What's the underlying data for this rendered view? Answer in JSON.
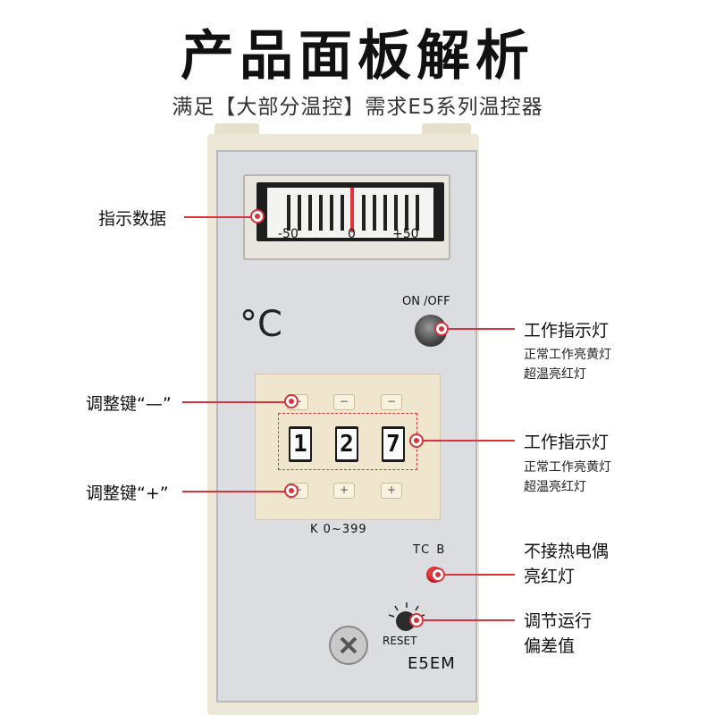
{
  "header": {
    "title": "产品面板解析",
    "subtitle": "满足【大部分温控】需求E5系列温控器"
  },
  "device": {
    "meter_scale": [
      "-50",
      "0",
      "+50"
    ],
    "unit": "°C",
    "power_switch_label": "ON /OFF",
    "keys_minus": [
      "−",
      "−",
      "−"
    ],
    "keys_plus": [
      "+",
      "+",
      "+"
    ],
    "digits": [
      "1",
      "2",
      "7"
    ],
    "range": "K  0~399",
    "sensor_label": "TC  B",
    "reset_label": "RESET",
    "model": "E5EM"
  },
  "callouts": {
    "display_data": "指示数据",
    "key_minus": "调整键“—”",
    "key_plus": "调整键“+”",
    "work_led": {
      "title": "工作指示灯",
      "lines": [
        "正常工作亮黄灯",
        "超温亮红灯"
      ]
    },
    "digits_indicator": {
      "title": "工作指示灯",
      "lines": [
        "正常工作亮黄灯",
        "超温亮红灯"
      ]
    },
    "thermocouple": [
      "不接热电偶",
      "亮红灯"
    ],
    "reset": [
      "调节运行",
      "偏差值"
    ]
  },
  "colors": {
    "accent": "#d6343a",
    "panel": "#dcdde1",
    "keypad": "#efe6cd",
    "bezel": "#ece7d6"
  }
}
